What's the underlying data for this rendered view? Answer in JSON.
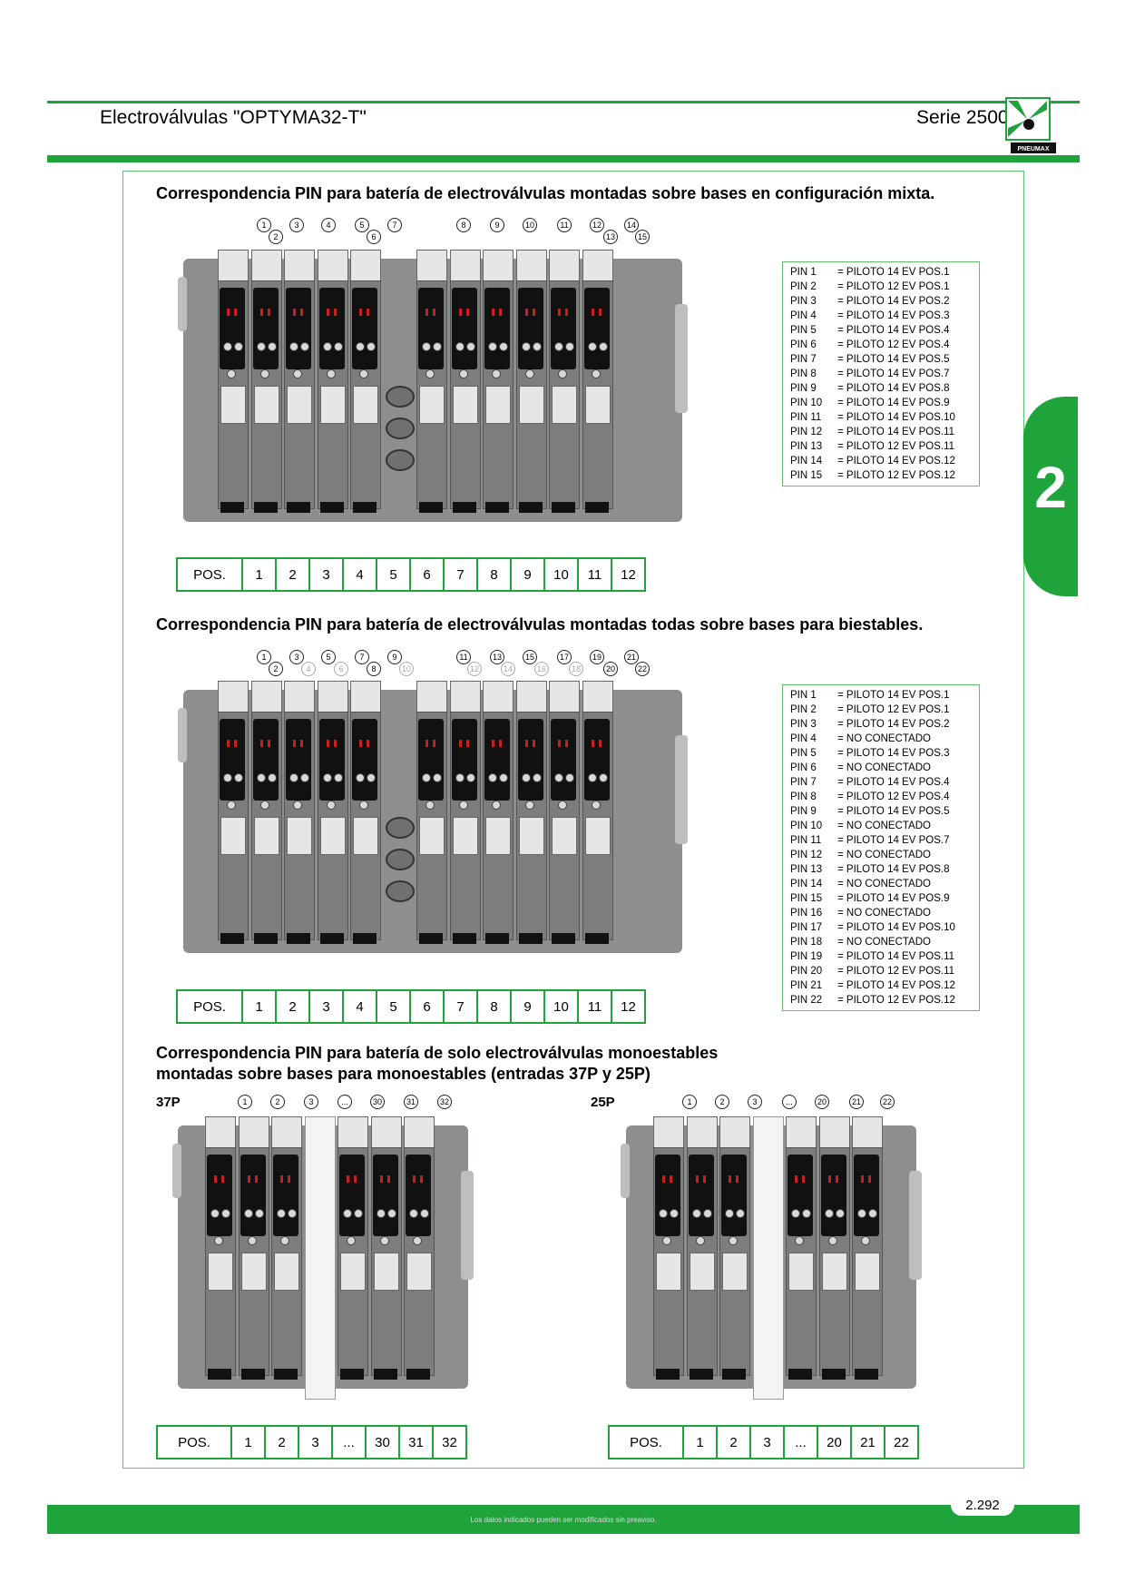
{
  "header": {
    "title": "Electroválvulas \"OPTYMA32-T\"",
    "serie": "Serie 2500",
    "logo_text": "PNEUMAX"
  },
  "side_tab": {
    "number": "2"
  },
  "section1": {
    "title": "Correspondencia  PIN para batería de electroválvulas montadas sobre bases en configuración mixta.",
    "pins_top": [
      "1",
      "3",
      "4",
      "5",
      "7",
      "8",
      "9",
      "10",
      "11",
      "12",
      "14"
    ],
    "pins_bottom": [
      "2",
      "6",
      "13",
      "15"
    ],
    "legend": [
      [
        "PIN 1",
        "= PILOTO 14 EV POS.1"
      ],
      [
        "PIN 2",
        "= PILOTO 12 EV POS.1"
      ],
      [
        "PIN 3",
        "= PILOTO 14 EV POS.2"
      ],
      [
        "PIN 4",
        "= PILOTO 14 EV POS.3"
      ],
      [
        "PIN 5",
        "= PILOTO 14 EV POS.4"
      ],
      [
        "PIN 6",
        "= PILOTO 12 EV POS.4"
      ],
      [
        "PIN 7",
        "= PILOTO 14 EV POS.5"
      ],
      [
        "PIN 8",
        "= PILOTO 14 EV POS.7"
      ],
      [
        "PIN 9",
        "= PILOTO 14 EV POS.8"
      ],
      [
        "PIN 10",
        "= PILOTO 14 EV POS.9"
      ],
      [
        "PIN 11",
        "= PILOTO 14 EV POS.10"
      ],
      [
        "PIN 12",
        "= PILOTO 14 EV POS.11"
      ],
      [
        "PIN 13",
        "= PILOTO 12 EV POS.11"
      ],
      [
        "PIN 14",
        "= PILOTO 14 EV POS.12"
      ],
      [
        "PIN 15",
        "= PILOTO 12 EV POS.12"
      ]
    ],
    "pos": [
      "POS.",
      "1",
      "2",
      "3",
      "4",
      "5",
      "6",
      "7",
      "8",
      "9",
      "10",
      "11",
      "12"
    ]
  },
  "section2": {
    "title": "Correspondencia PIN para batería de electroválvulas montadas todas sobre bases para biestables.",
    "pins_top": [
      "1",
      "3",
      "5",
      "7",
      "9",
      "11",
      "13",
      "15",
      "17",
      "19",
      "21"
    ],
    "pins_bottom": [
      "2",
      "4",
      "6",
      "8",
      "10",
      "12",
      "14",
      "16",
      "18",
      "20",
      "22"
    ],
    "legend": [
      [
        "PIN 1",
        "= PILOTO 14 EV POS.1"
      ],
      [
        "PIN 2",
        "= PILOTO 12 EV POS.1"
      ],
      [
        "PIN 3",
        "= PILOTO 14 EV POS.2"
      ],
      [
        "PIN 4",
        "= NO CONECTADO"
      ],
      [
        "PIN 5",
        "= PILOTO 14 EV POS.3"
      ],
      [
        "PIN 6",
        "= NO CONECTADO"
      ],
      [
        "PIN 7",
        "= PILOTO 14 EV POS.4"
      ],
      [
        "PIN 8",
        "= PILOTO 12 EV POS.4"
      ],
      [
        "PIN 9",
        "= PILOTO 14 EV POS.5"
      ],
      [
        "PIN 10",
        "= NO CONECTADO"
      ],
      [
        "PIN 11",
        "= PILOTO 14 EV POS.7"
      ],
      [
        "PIN 12",
        "= NO CONECTADO"
      ],
      [
        "PIN 13",
        "= PILOTO 14 EV POS.8"
      ],
      [
        "PIN 14",
        "= NO CONECTADO"
      ],
      [
        "PIN 15",
        "= PILOTO 14 EV POS.9"
      ],
      [
        "PIN 16",
        "= NO CONECTADO"
      ],
      [
        "PIN 17",
        "= PILOTO 14 EV POS.10"
      ],
      [
        "PIN 18",
        "= NO CONECTADO"
      ],
      [
        "PIN 19",
        "= PILOTO 14 EV POS.11"
      ],
      [
        "PIN 20",
        "= PILOTO 12 EV POS.11"
      ],
      [
        "PIN 21",
        "= PILOTO 14 EV POS.12"
      ],
      [
        "PIN 22",
        "= PILOTO 12 EV POS.12"
      ]
    ],
    "pos": [
      "POS.",
      "1",
      "2",
      "3",
      "4",
      "5",
      "6",
      "7",
      "8",
      "9",
      "10",
      "11",
      "12"
    ]
  },
  "section3": {
    "title_line1": "Correspondencia PIN para batería de solo electroválvulas monoestables",
    "title_line2": "montadas sobre bases para monoestables (entradas 37P y 25P)",
    "left": {
      "label": "37P",
      "pins": [
        "1",
        "2",
        "3",
        "...",
        "30",
        "31",
        "32"
      ],
      "pos": [
        "POS.",
        "1",
        "2",
        "3",
        "...",
        "30",
        "31",
        "32"
      ]
    },
    "right": {
      "label": "25P",
      "pins": [
        "1",
        "2",
        "3",
        "...",
        "20",
        "21",
        "22"
      ],
      "pos": [
        "POS.",
        "1",
        "2",
        "3",
        "...",
        "20",
        "21",
        "22"
      ]
    }
  },
  "footer": {
    "note": "Los datos indicados pueden ser modificados sin preaviso.",
    "page": "2.292"
  }
}
